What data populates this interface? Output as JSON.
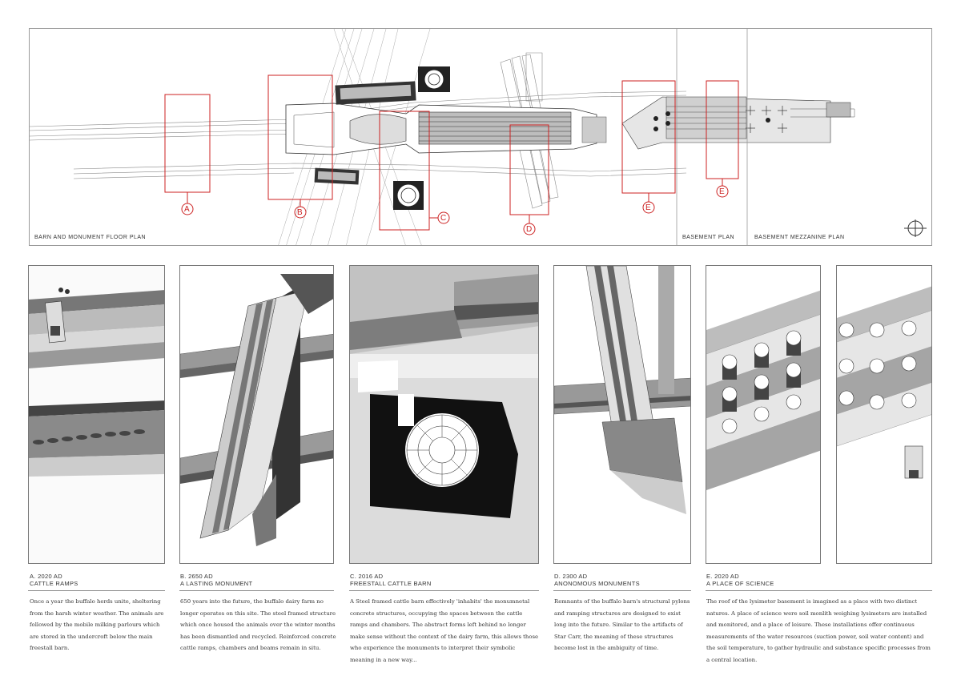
{
  "plan": {
    "labels": {
      "barn": "BARN AND MONUMENT FLOOR PLAN",
      "basement": "BASEMENT PLAN",
      "mezzanine": "BASEMENT MEZZANINE PLAN"
    },
    "markers": [
      "A",
      "B",
      "C",
      "D",
      "E",
      "E"
    ]
  },
  "panels": [
    {
      "period": "A. 2020 AD",
      "title": "CATTLE RAMPS",
      "text": "Once a year the buffalo herds unite, sheltering from the harsh winter weather. The animals are followed by the mobile milking parlours which are stored in the undercroft below the main freestall barn."
    },
    {
      "period": "B. 2650 AD",
      "title": "A LASTING MONUMENT",
      "text": "650 years into the future, the buffalo dairy farm no longer operates on this site. The steel framed structure which once housed the animals over the winter months has been dismantled and recycled. Reinforced concrete cattle ramps, chambers and beams remain in situ."
    },
    {
      "period": "C. 2016 AD",
      "title": "FREESTALL CATTLE BARN",
      "text": "A Steel framed cattle barn effectively 'inhabits' the monumnetal concrete structures, occupying the spaces between the cattle ramps and chambers. The abstract forms left behind no longer make sense without the context of the dairy farm, this allows those who experience the monuments to interpret their symbolic meaning in a new way..."
    },
    {
      "period": "D. 2300 AD",
      "title": "ANONOMOUS MONUMENTS",
      "text": "Remnants of the buffalo barn's structural pylons and ramping structures are designed to exist long into the future. Similar to the artifacts of Star Carr, the meaning of these structures become lost in the ambiguity of time."
    },
    {
      "period": "E. 2020 AD",
      "title": "A PLACE OF SCIENCE",
      "text": "The roof of the lysimeter basement is imagined as a place with two distinct natures. A place of science were soil monlith weighing lysimeters are installed and monitored, and a place of leisure. These installations offer continuous measurements of the water resources (suction power, soil water content) and the soil temperature, to gather hydraulic and substance specific processes from a central location."
    }
  ],
  "colors": {
    "marker": "#cc2222",
    "ink": "#222222",
    "rule": "#888888"
  }
}
